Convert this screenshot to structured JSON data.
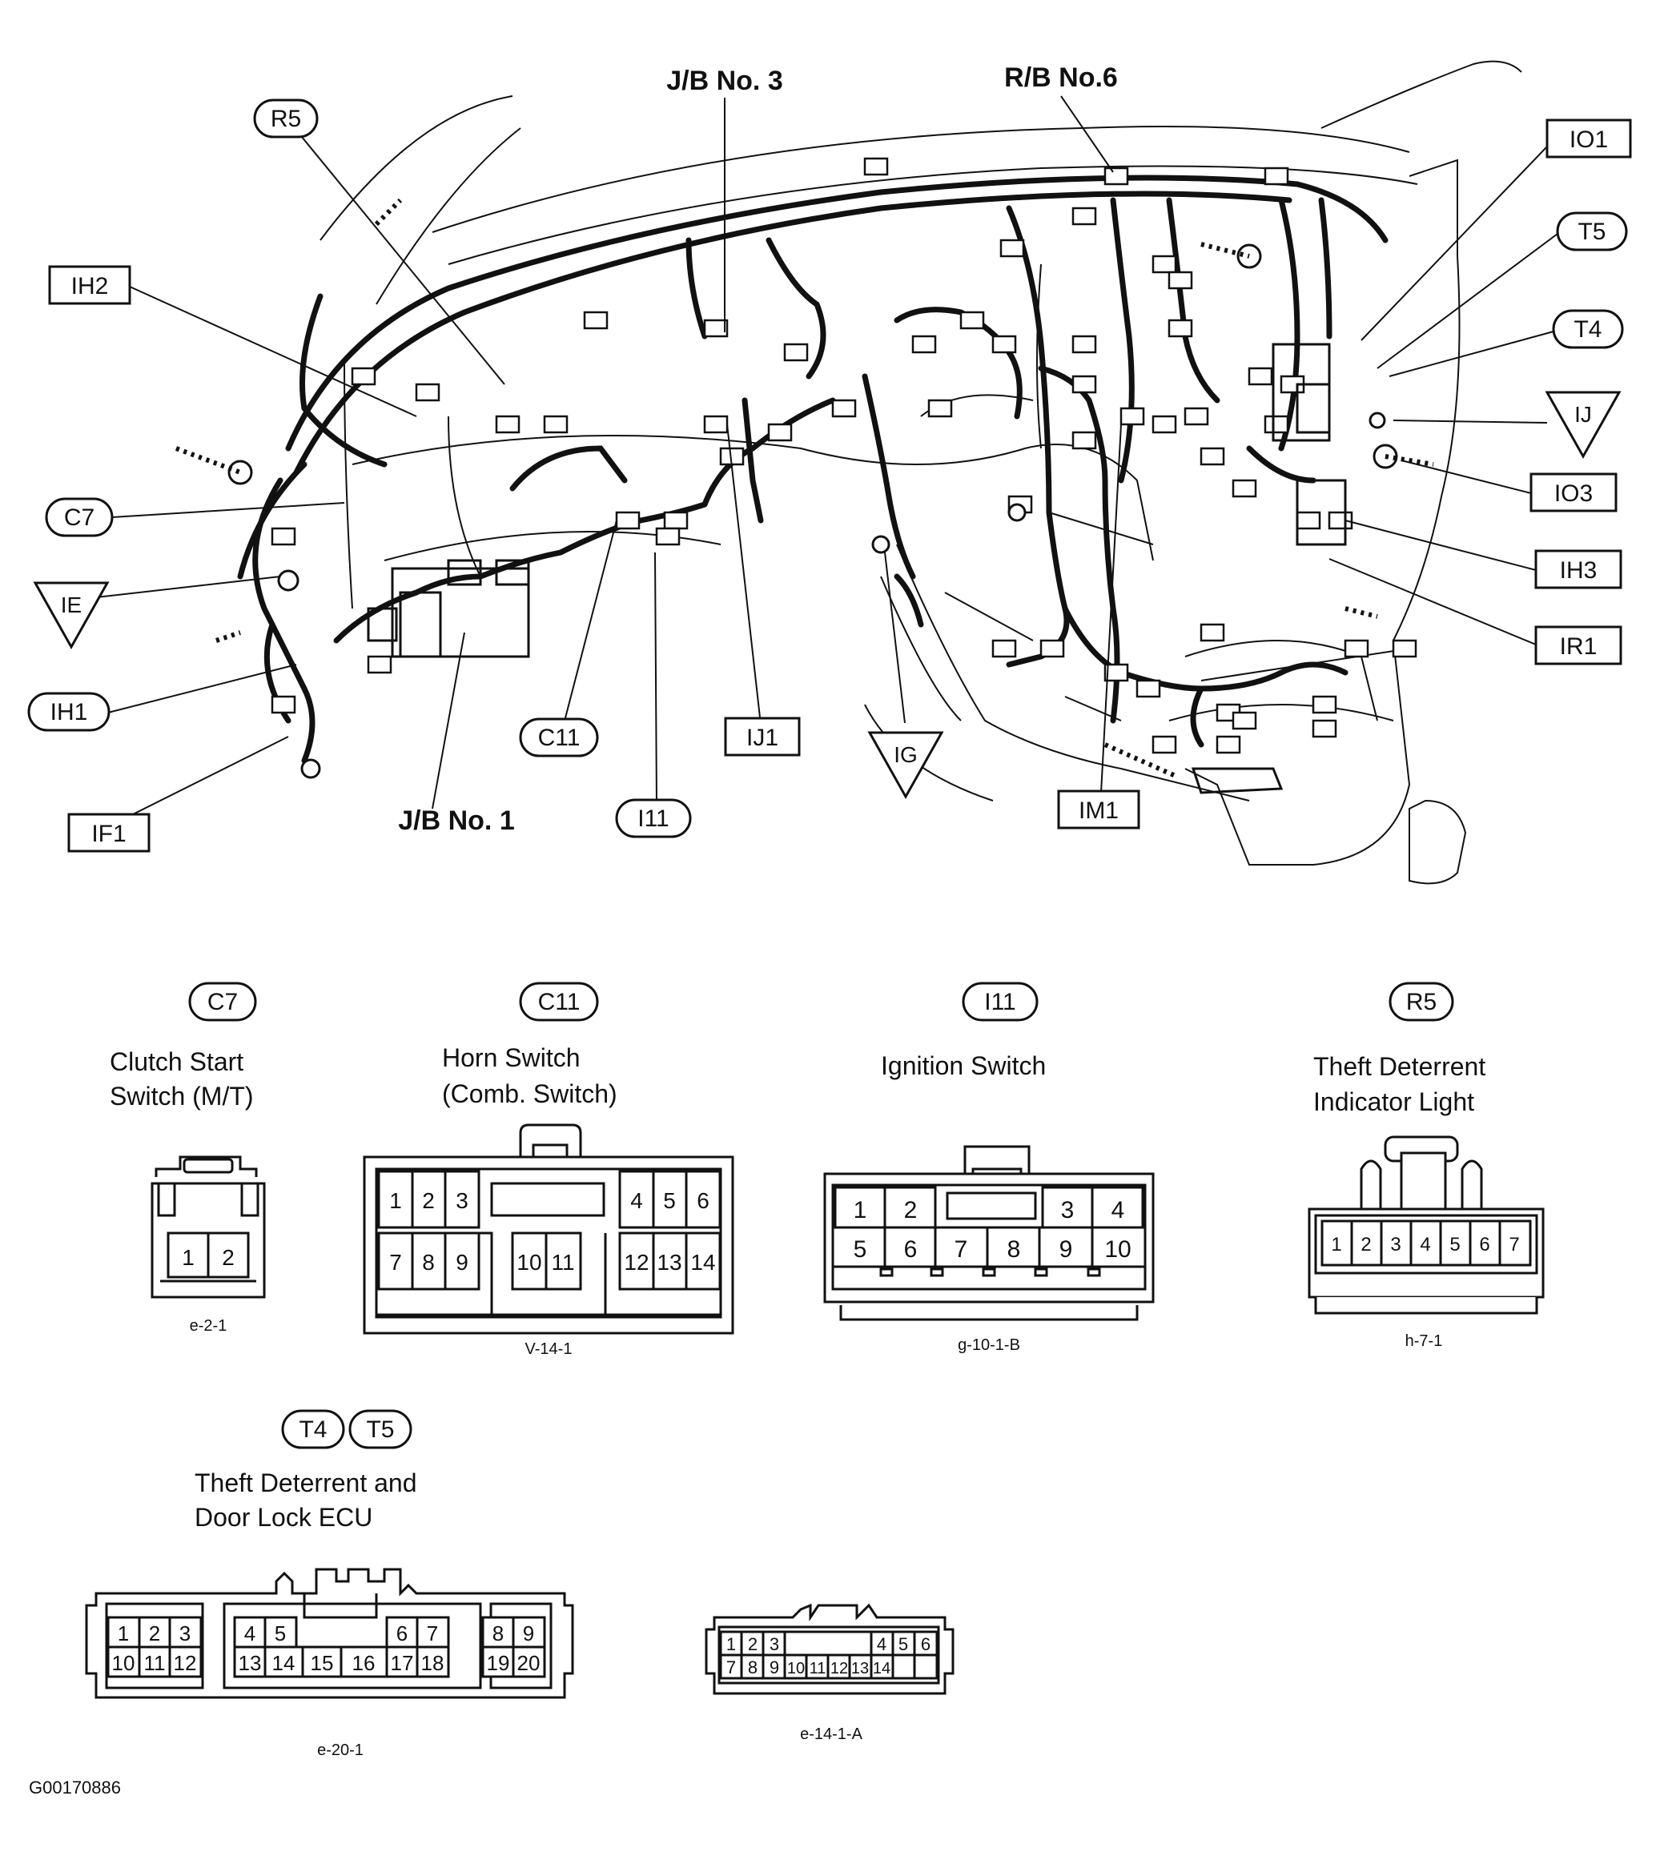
{
  "callouts": {
    "r5": "R5",
    "ih2": "IH2",
    "c7": "C7",
    "ie": "IE",
    "ih1": "IH1",
    "if1": "IF1",
    "jb1": "J/B No. 1",
    "c11": "C11",
    "i11": "I11",
    "ij1": "IJ1",
    "ig": "IG",
    "im1": "IM1",
    "jb3": "J/B No. 3",
    "rb6": "R/B No.6",
    "io1": "IO1",
    "t5": "T5",
    "t4": "T4",
    "ij": "IJ",
    "io3": "IO3",
    "ih3": "IH3",
    "ir1": "IR1"
  },
  "connectors": {
    "c7": {
      "code": "C7",
      "title1": "Clutch Start",
      "title2": "Switch (M/T)",
      "ref": "e-2-1",
      "pins": [
        "1",
        "2"
      ]
    },
    "c11": {
      "code": "C11",
      "title1": "Horn Switch",
      "title2": "(Comb. Switch)",
      "ref": "V-14-1",
      "pins": [
        "1",
        "2",
        "3",
        "4",
        "5",
        "6",
        "7",
        "8",
        "9",
        "10",
        "11",
        "12",
        "13",
        "14"
      ]
    },
    "i11": {
      "code": "I11",
      "title1": "Ignition Switch",
      "ref": "g-10-1-B",
      "pins": [
        "1",
        "2",
        "3",
        "4",
        "5",
        "6",
        "7",
        "8",
        "9",
        "10"
      ]
    },
    "r5": {
      "code": "R5",
      "title1": "Theft Deterrent",
      "title2": "Indicator Light",
      "ref": "h-7-1",
      "pins": [
        "1",
        "2",
        "3",
        "4",
        "5",
        "6",
        "7"
      ]
    },
    "t4t5": {
      "code_a": "T4",
      "code_b": "T5",
      "title1": "Theft Deterrent and",
      "title2": "Door Lock ECU",
      "ref_a": "e-20-1",
      "ref_b": "e-14-1-A",
      "pins_a": [
        "1",
        "2",
        "3",
        "4",
        "5",
        "6",
        "7",
        "8",
        "9",
        "10",
        "11",
        "12",
        "13",
        "14",
        "15",
        "16",
        "17",
        "18",
        "19",
        "20"
      ],
      "pins_b": [
        "1",
        "2",
        "3",
        "4",
        "5",
        "6",
        "7",
        "8",
        "9",
        "10",
        "11",
        "12",
        "13",
        "14"
      ]
    }
  },
  "figure_id": "G00170886"
}
